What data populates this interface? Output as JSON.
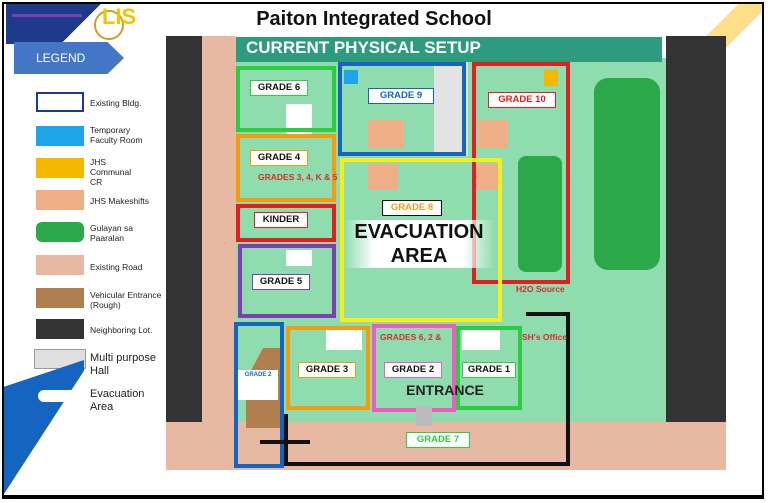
{
  "header": {
    "title": "Paiton Integrated School",
    "subtitle": "CURRENT PHYSICAL SETUP",
    "logo_text": "LIS"
  },
  "legend": {
    "title": "LEGEND",
    "items": [
      {
        "label": "Existing Bldg.",
        "color": "#ffffff"
      },
      {
        "label": "Temporary Faculty Room",
        "color": "#1ea5e9"
      },
      {
        "label": "JHS Communal CR",
        "color": "#f5b800"
      },
      {
        "label": "JHS Makeshifts",
        "color": "#eeaf87"
      },
      {
        "label": "Gulayan sa Paaralan",
        "color": "#2aa84a"
      },
      {
        "label": "Existing Road",
        "color": "#e7b9a2"
      },
      {
        "label": "Vehicular Entrance (Rough)",
        "color": "#b07f4d"
      },
      {
        "label": "Neighboring Lot.",
        "color": "#333333"
      },
      {
        "label": "Multi purpose Hall",
        "color": "#e0e0e0"
      },
      {
        "label": "Evacuation Area",
        "color": "#ffffff"
      }
    ]
  },
  "map": {
    "rooms": {
      "grade6": "GRADE 6",
      "grade9": "GRADE 9",
      "grade10": "GRADE 10",
      "grade4": "GRADE 4",
      "grades_3_4_k": "GRADES 3, 4, K & 5",
      "grade8": "GRADE 8",
      "kinder": "KINDER",
      "grade5": "GRADE 5",
      "grade3": "GRADE 3",
      "grade2": "GRADE 2",
      "grade1": "GRADE 1",
      "grade7": "GRADE 7",
      "grades_6_2": "GRADES 6, 2 &",
      "grade_small": "GRADE 2",
      "h2o": "H2O Source",
      "office": "SH's Office"
    },
    "evacuation": {
      "line1": "EVACUATION",
      "line2": "AREA"
    },
    "entrance": "ENTRANCE"
  },
  "colors": {
    "campus": "#8fdcae",
    "garden": "#2aa84a",
    "road": "#e7b9a2",
    "neighbor": "#333333",
    "border_green": "#2ecc40",
    "border_blue": "#1565c0",
    "border_red": "#e02020",
    "border_orange": "#f39c12",
    "border_yellow": "#f7ef1a",
    "border_purple": "#7e3fb0",
    "border_pink": "#ec5fc0"
  }
}
